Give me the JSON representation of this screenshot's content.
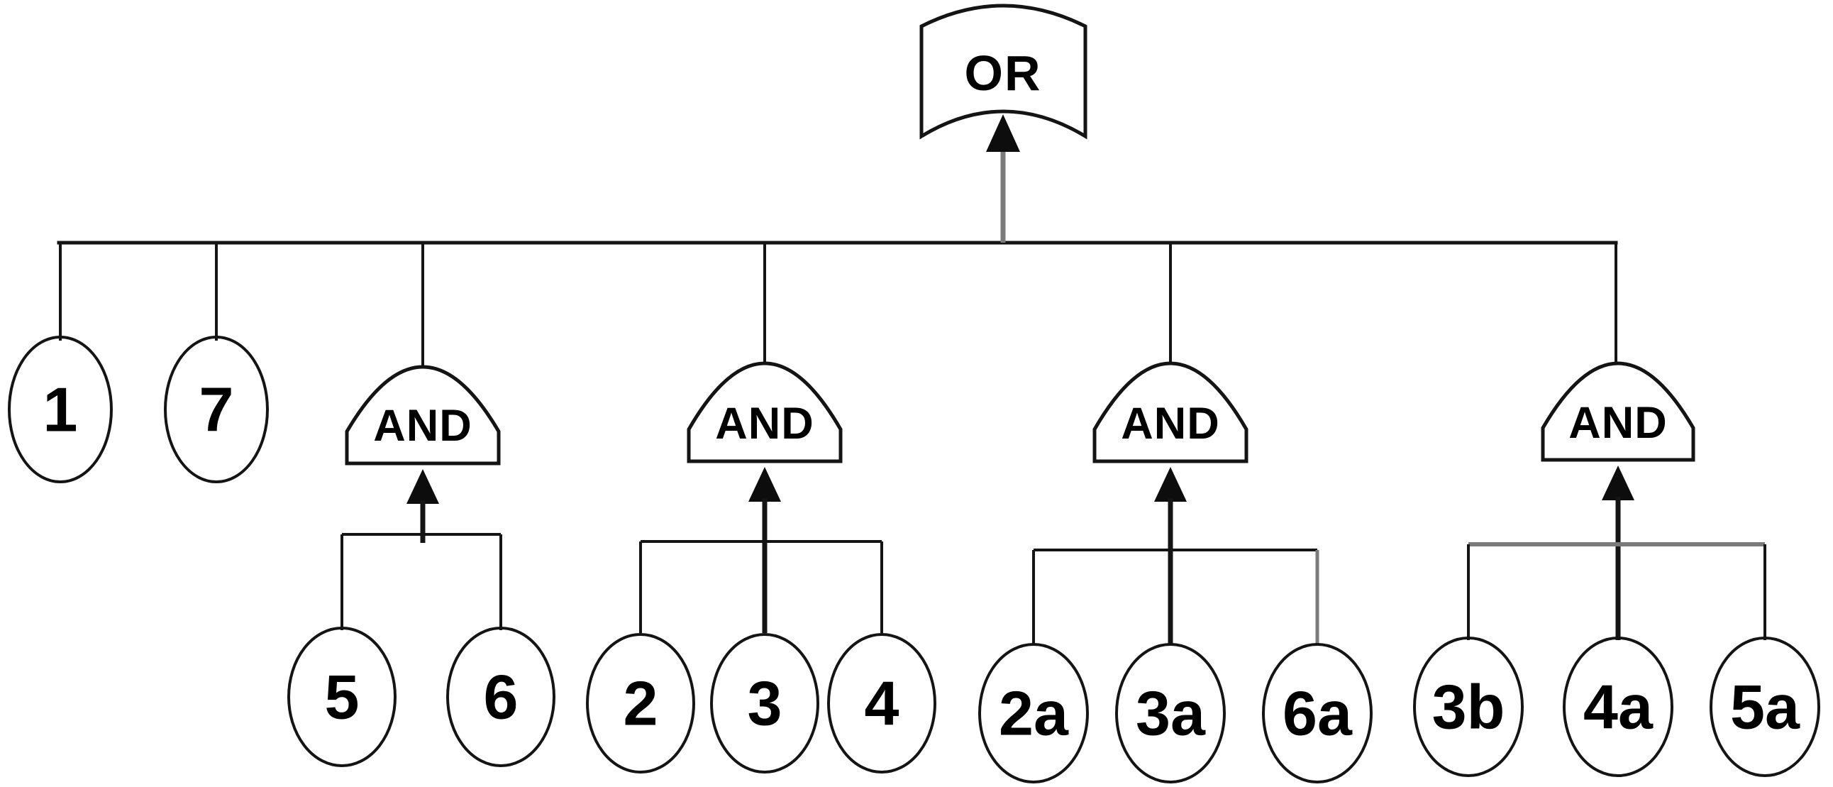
{
  "diagram": {
    "kind": "fault-tree",
    "or_gate": {
      "label": "OR"
    },
    "basic_events": [
      {
        "label": "1"
      },
      {
        "label": "7"
      }
    ],
    "and_gates": [
      {
        "label": "AND",
        "children": [
          {
            "label": "5"
          },
          {
            "label": "6"
          }
        ]
      },
      {
        "label": "AND",
        "children": [
          {
            "label": "2"
          },
          {
            "label": "3"
          },
          {
            "label": "4"
          }
        ]
      },
      {
        "label": "AND",
        "children": [
          {
            "label": "2a"
          },
          {
            "label": "3a"
          },
          {
            "label": "6a"
          }
        ]
      },
      {
        "label": "AND",
        "children": [
          {
            "label": "3b"
          },
          {
            "label": "4a"
          },
          {
            "label": "5a"
          }
        ]
      }
    ],
    "colors": {
      "line": "#141414",
      "muted_line": "#7b7b7b",
      "arrow": "#0d0d0d",
      "text": "#000000",
      "background": "#ffffff"
    }
  }
}
